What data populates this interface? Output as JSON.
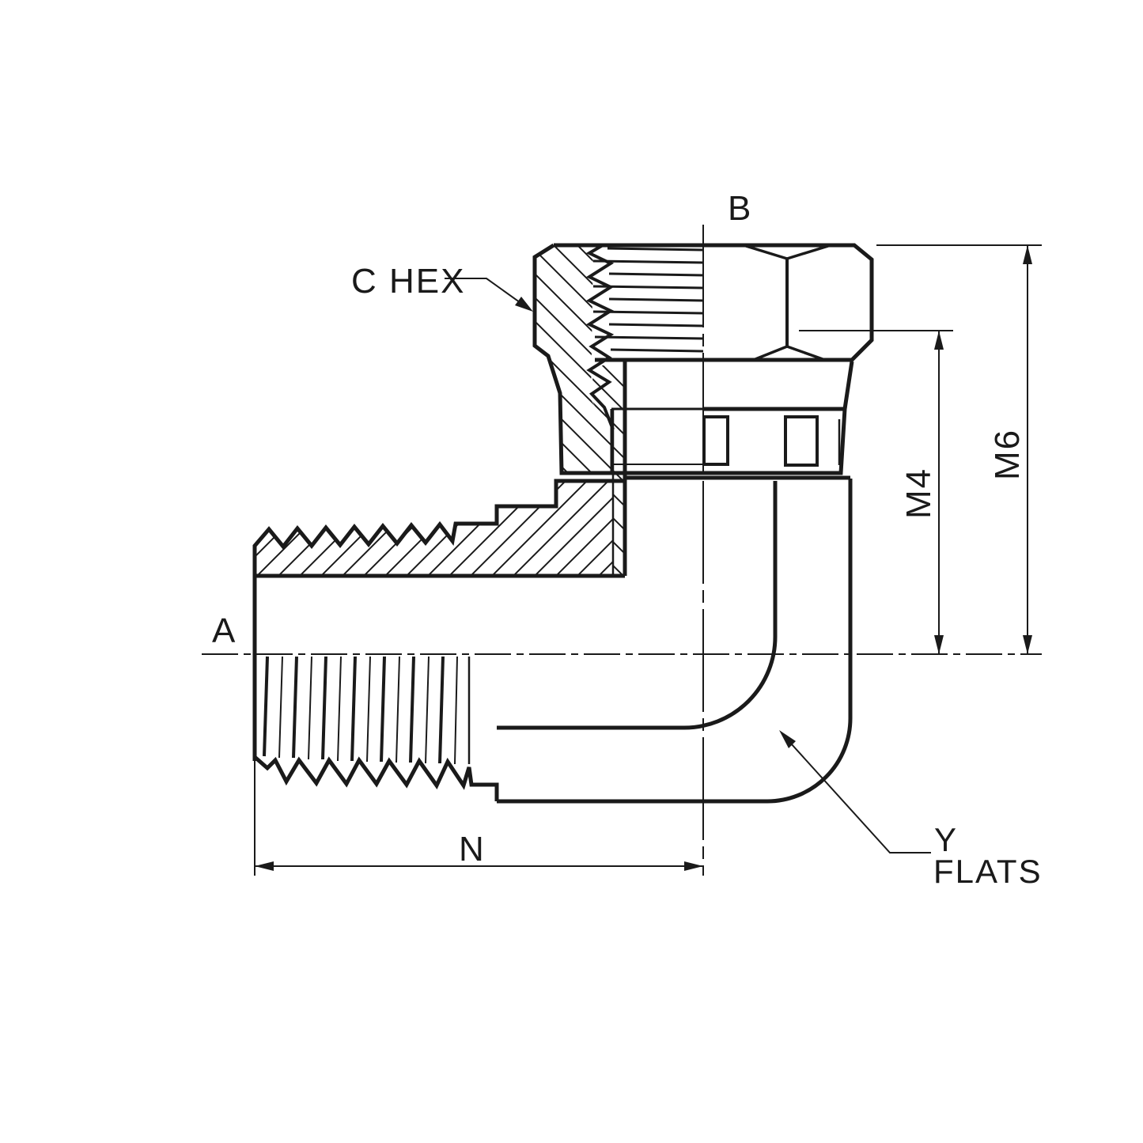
{
  "drawing": {
    "type": "engineering-dimension-drawing",
    "subject": "90-degree elbow fitting, male pipe thread to female swivel nut, half section",
    "colors": {
      "line": "#1a1a1a",
      "background": "#ffffff"
    },
    "labels": {
      "a": "A",
      "b": "B",
      "c_hex": "C HEX",
      "n": "N",
      "m4": "M4",
      "m6": "M6",
      "y": "Y",
      "flats": "FLATS"
    }
  }
}
